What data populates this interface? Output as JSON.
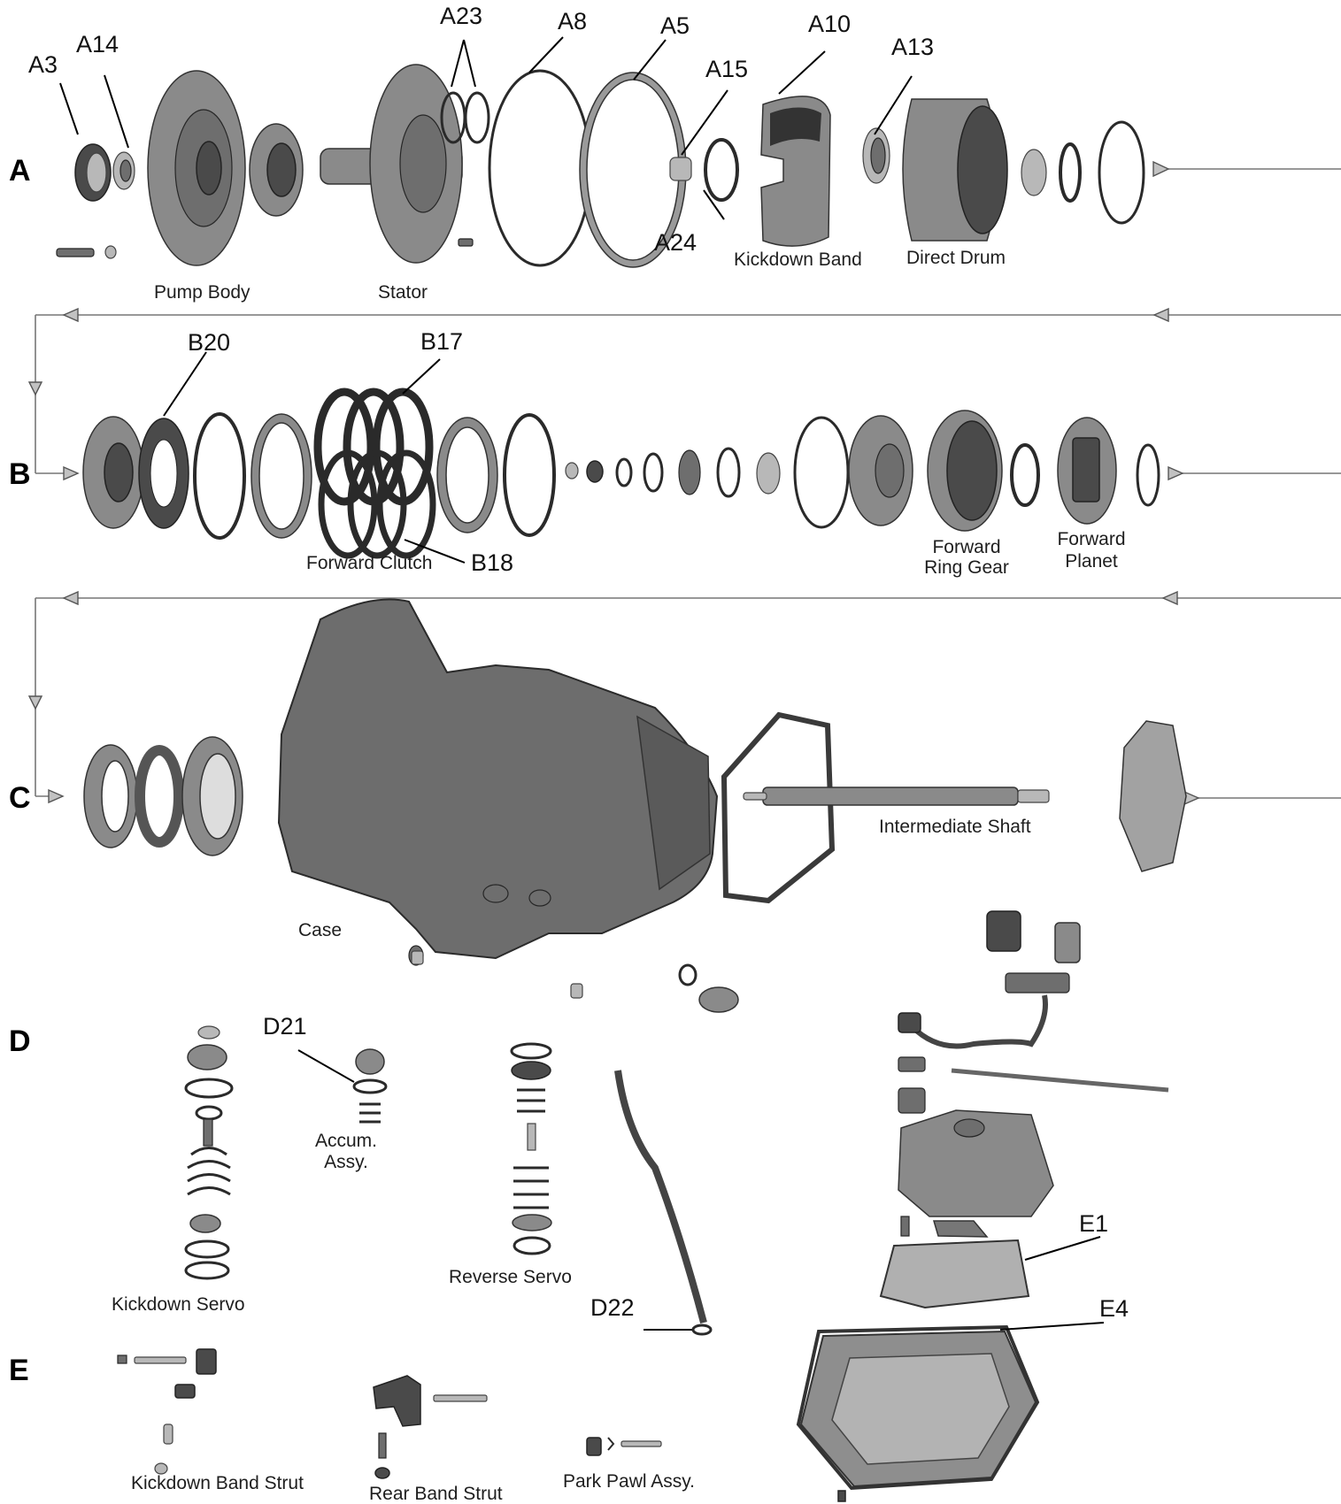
{
  "rows": [
    "A",
    "B",
    "C",
    "D",
    "E"
  ],
  "callouts": {
    "A3": "A3",
    "A14": "A14",
    "A23": "A23",
    "A8": "A8",
    "A5": "A5",
    "A10": "A10",
    "A15": "A15",
    "A13": "A13",
    "A24": "A24",
    "B20": "B20",
    "B17": "B17",
    "B18": "B18",
    "D21": "D21",
    "D22": "D22",
    "E1": "E1",
    "E4": "E4"
  },
  "labels": {
    "pump_body": "Pump Body",
    "stator": "Stator",
    "kickdown_band": "Kickdown Band",
    "direct_drum": "Direct Drum",
    "forward_clutch": "Forward Clutch",
    "forward_ring_gear": [
      "Forward",
      "Ring Gear"
    ],
    "forward_planet": [
      "Forward",
      "Planet"
    ],
    "intermediate_shaft": "Intermediate Shaft",
    "case": "Case",
    "accum_assy": [
      "Accum.",
      "Assy."
    ],
    "kickdown_servo": "Kickdown Servo",
    "reverse_servo": "Reverse Servo",
    "kickdown_band_strut": "Kickdown Band Strut",
    "rear_band_strut": "Rear Band Strut",
    "park_pawl_assy": "Park Pawl Assy."
  }
}
